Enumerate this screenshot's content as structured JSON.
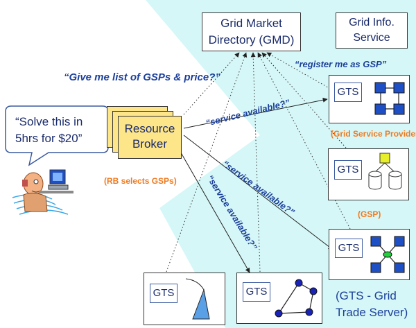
{
  "gmd": {
    "line1": "Grid Market",
    "line2": "Directory (GMD)"
  },
  "gis": {
    "line1": "Grid Info.",
    "line2": "Service"
  },
  "broker": {
    "line1": "Resource",
    "line2": "Broker"
  },
  "speech": {
    "line1": "“Solve this in",
    "line2": "5hrs for $20”"
  },
  "msg_list": "“Give me list of GSPs & price?”",
  "msg_register": "“register me as GSP”",
  "msg_service": "“service available?”",
  "rb_selects": "(RB selects GSPs)",
  "gsp_full": "(Grid Service Provider",
  "gsp_short": "(GSP)",
  "gts_label": "GTS",
  "gts_note": {
    "line1": "(GTS - Grid",
    "line2": "Trade Server)"
  },
  "colors": {
    "background_band": "#d6f7f7",
    "text_blue": "#1b3f9a",
    "orange": "#f07a1f",
    "broker_fill": "#fde58a",
    "icon_blue": "#1f4fc4",
    "icon_yellow": "#e6ef2a",
    "icon_green": "#20d23a"
  }
}
